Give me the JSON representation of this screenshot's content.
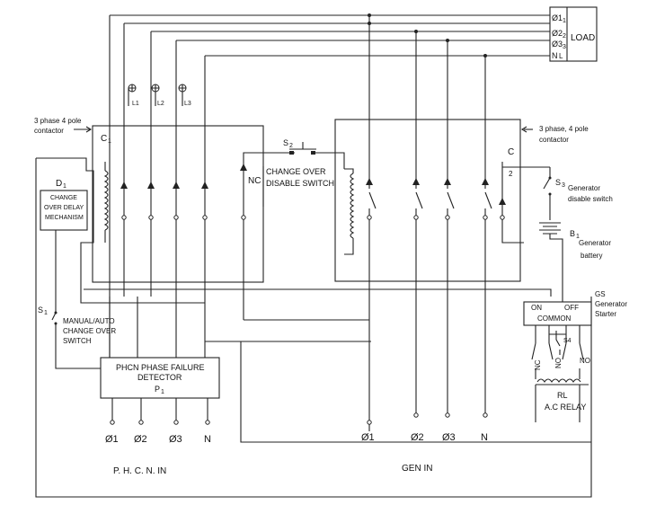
{
  "load": {
    "lines": [
      "Ø1",
      "Ø2",
      "Ø3",
      "N"
    ],
    "sub": [
      "1",
      "2",
      "3",
      ""
    ],
    "l_label": "L",
    "label": "LOAD"
  },
  "contactor_left": {
    "label_line1": "3 phase 4 pole",
    "label_line2": "contactor",
    "name": "C",
    "name_sub": "1"
  },
  "contactor_right": {
    "label_line1": "3 phase, 4 pole",
    "label_line2": "contactor",
    "name": "C",
    "terminal": "2"
  },
  "lamps": [
    "L1",
    "L2",
    "L3"
  ],
  "delay": {
    "name": "D",
    "name_sub": "1",
    "line1": "CHANGE",
    "line2": "OVER DELAY",
    "line3": "MECHANISM"
  },
  "nc_left": "NC",
  "s2": {
    "name": "S",
    "name_sub": "2",
    "line1": "CHANGE OVER",
    "line2": "DISABLE SWITCH"
  },
  "s3": {
    "name": "S",
    "name_sub": "3",
    "line1": "Generator",
    "line2": "disable switch"
  },
  "battery": {
    "name": "B",
    "name_sub": "1",
    "line1": "Generator",
    "line2": "battery"
  },
  "starter": {
    "on": "ON",
    "off": "OFF",
    "common": "COMMON",
    "gs": "GS",
    "line1": "Generator",
    "line2": "Starter"
  },
  "s1": {
    "name": "S",
    "name_sub": "1",
    "line1": "MANUAL/AUTO",
    "line2": "CHANGE OVER",
    "line3": "SWITCH"
  },
  "phcn": {
    "line1": "PHCN PHASE FAILURE",
    "line2": "DETECTOR",
    "name": "P",
    "name_sub": "1",
    "terminals": [
      "Ø1",
      "Ø2",
      "Ø3",
      "N"
    ],
    "bottom_label": "P. H. C. N.   IN"
  },
  "gen": {
    "terminals": [
      "Ø1",
      "Ø2",
      "Ø3",
      "N"
    ],
    "bottom_label": "GEN   IN"
  },
  "relay": {
    "nc": "NC",
    "no1": "NO",
    "s4": "S4",
    "no2": "NO",
    "name": "RL",
    "label": "A.C RELAY"
  }
}
